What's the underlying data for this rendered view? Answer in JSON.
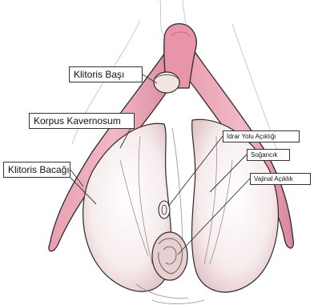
{
  "labels": {
    "clitoris_head": "Klitoris Başı",
    "corpus_cavernosum": "Korpus Kavernosum",
    "clitoris_leg": "Klitoris Bacağı",
    "urethral_opening": "İdrar Yolu Açıklığı",
    "bulb": "Soğancık",
    "vaginal_opening": "Vajinal Açıklık"
  },
  "colors": {
    "crura_pink": "#e59aac",
    "crura_shadow": "#c56a82",
    "bulb_fill": "#f6ecec",
    "bulb_shadow": "#e7cdd0",
    "outline": "#2b2b2b"
  }
}
